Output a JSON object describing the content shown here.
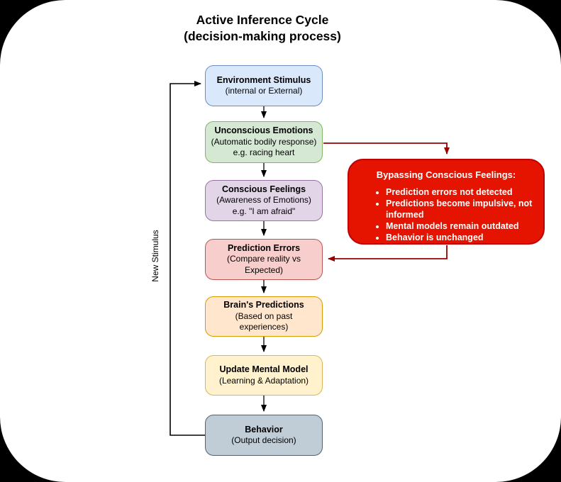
{
  "title": {
    "line1": "Active Inference Cycle",
    "line2": "(decision-making process)"
  },
  "loop_label": "New Stimulus",
  "nodes": [
    {
      "id": "environment-stimulus",
      "title": "Environment Stimulus",
      "lines": [
        "(internal or External)"
      ]
    },
    {
      "id": "unconscious-emotions",
      "title": "Unconscious Emotions",
      "lines": [
        "(Automatic bodily response)",
        "e.g. racing heart"
      ]
    },
    {
      "id": "conscious-feelings",
      "title": "Conscious Feelings",
      "lines": [
        "(Awareness of Emotions)",
        "e.g. \"I am afraid\""
      ]
    },
    {
      "id": "prediction-errors",
      "title": "Prediction Errors",
      "lines": [
        "(Compare reality vs Expected)"
      ]
    },
    {
      "id": "brains-predictions",
      "title": "Brain's Predictions",
      "lines": [
        "(Based on past experiences)"
      ]
    },
    {
      "id": "update-mental-model",
      "title": "Update Mental Model",
      "lines": [
        "(Learning & Adaptation)"
      ]
    },
    {
      "id": "behavior",
      "title": "Behavior",
      "lines": [
        "(Output decision)"
      ]
    }
  ],
  "bypass": {
    "title": "Bypassing Conscious Feelings:",
    "bullets": [
      "Prediction errors not detected",
      "Predictions become impulsive, not informed",
      "Mental models remain outdated",
      "Behavior is unchanged"
    ]
  },
  "colors": {
    "outer_background": "#000000",
    "canvas_background": "#ffffff",
    "node_blue": {
      "fill": "#dae8fc",
      "border": "#6c8ebf"
    },
    "node_green": {
      "fill": "#d5e8d4",
      "border": "#82b366"
    },
    "node_purple": {
      "fill": "#e1d5e7",
      "border": "#9673a6"
    },
    "node_pink": {
      "fill": "#f8cecc",
      "border": "#b85450"
    },
    "node_orange": {
      "fill": "#ffe6cc",
      "border": "#d79b00"
    },
    "node_yellow": {
      "fill": "#fff2cc",
      "border": "#d6b656"
    },
    "node_gray": {
      "fill": "#c0ccd6",
      "border": "#51626f"
    },
    "bypass_box": {
      "fill": "#e51400",
      "border": "#c00000",
      "text": "#ffffff"
    },
    "connector_black": "#000000",
    "connector_red": "#990000"
  }
}
